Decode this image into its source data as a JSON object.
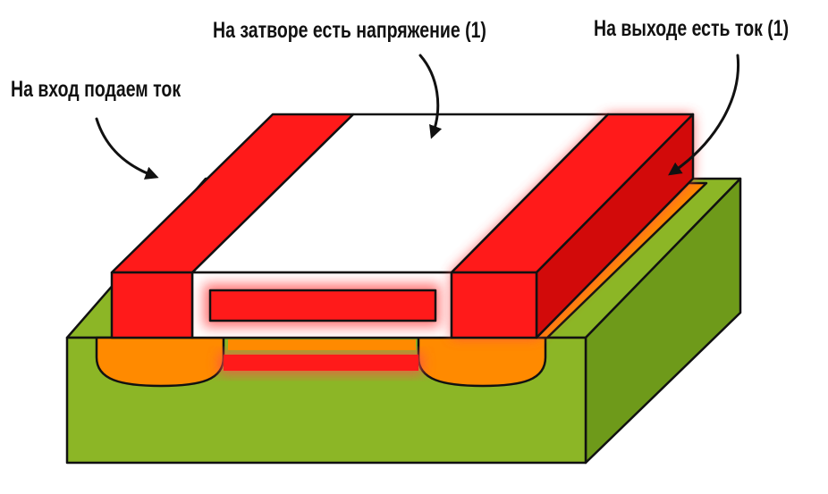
{
  "labels": {
    "input": "На вход подаем ток",
    "gate": "На затворе есть напряжение (1)",
    "output": "На выходе есть ток (1)"
  },
  "colors": {
    "substrate_front": "#8cb626",
    "substrate_side": "#6e9a1a",
    "substrate_top": "#8cb626",
    "well": "#ff8a00",
    "contact": "#ff1a1a",
    "contact_dark": "#d20a0a",
    "oxide": "#ffffff",
    "glow": "#ff4d4d",
    "outline": "#111111"
  }
}
